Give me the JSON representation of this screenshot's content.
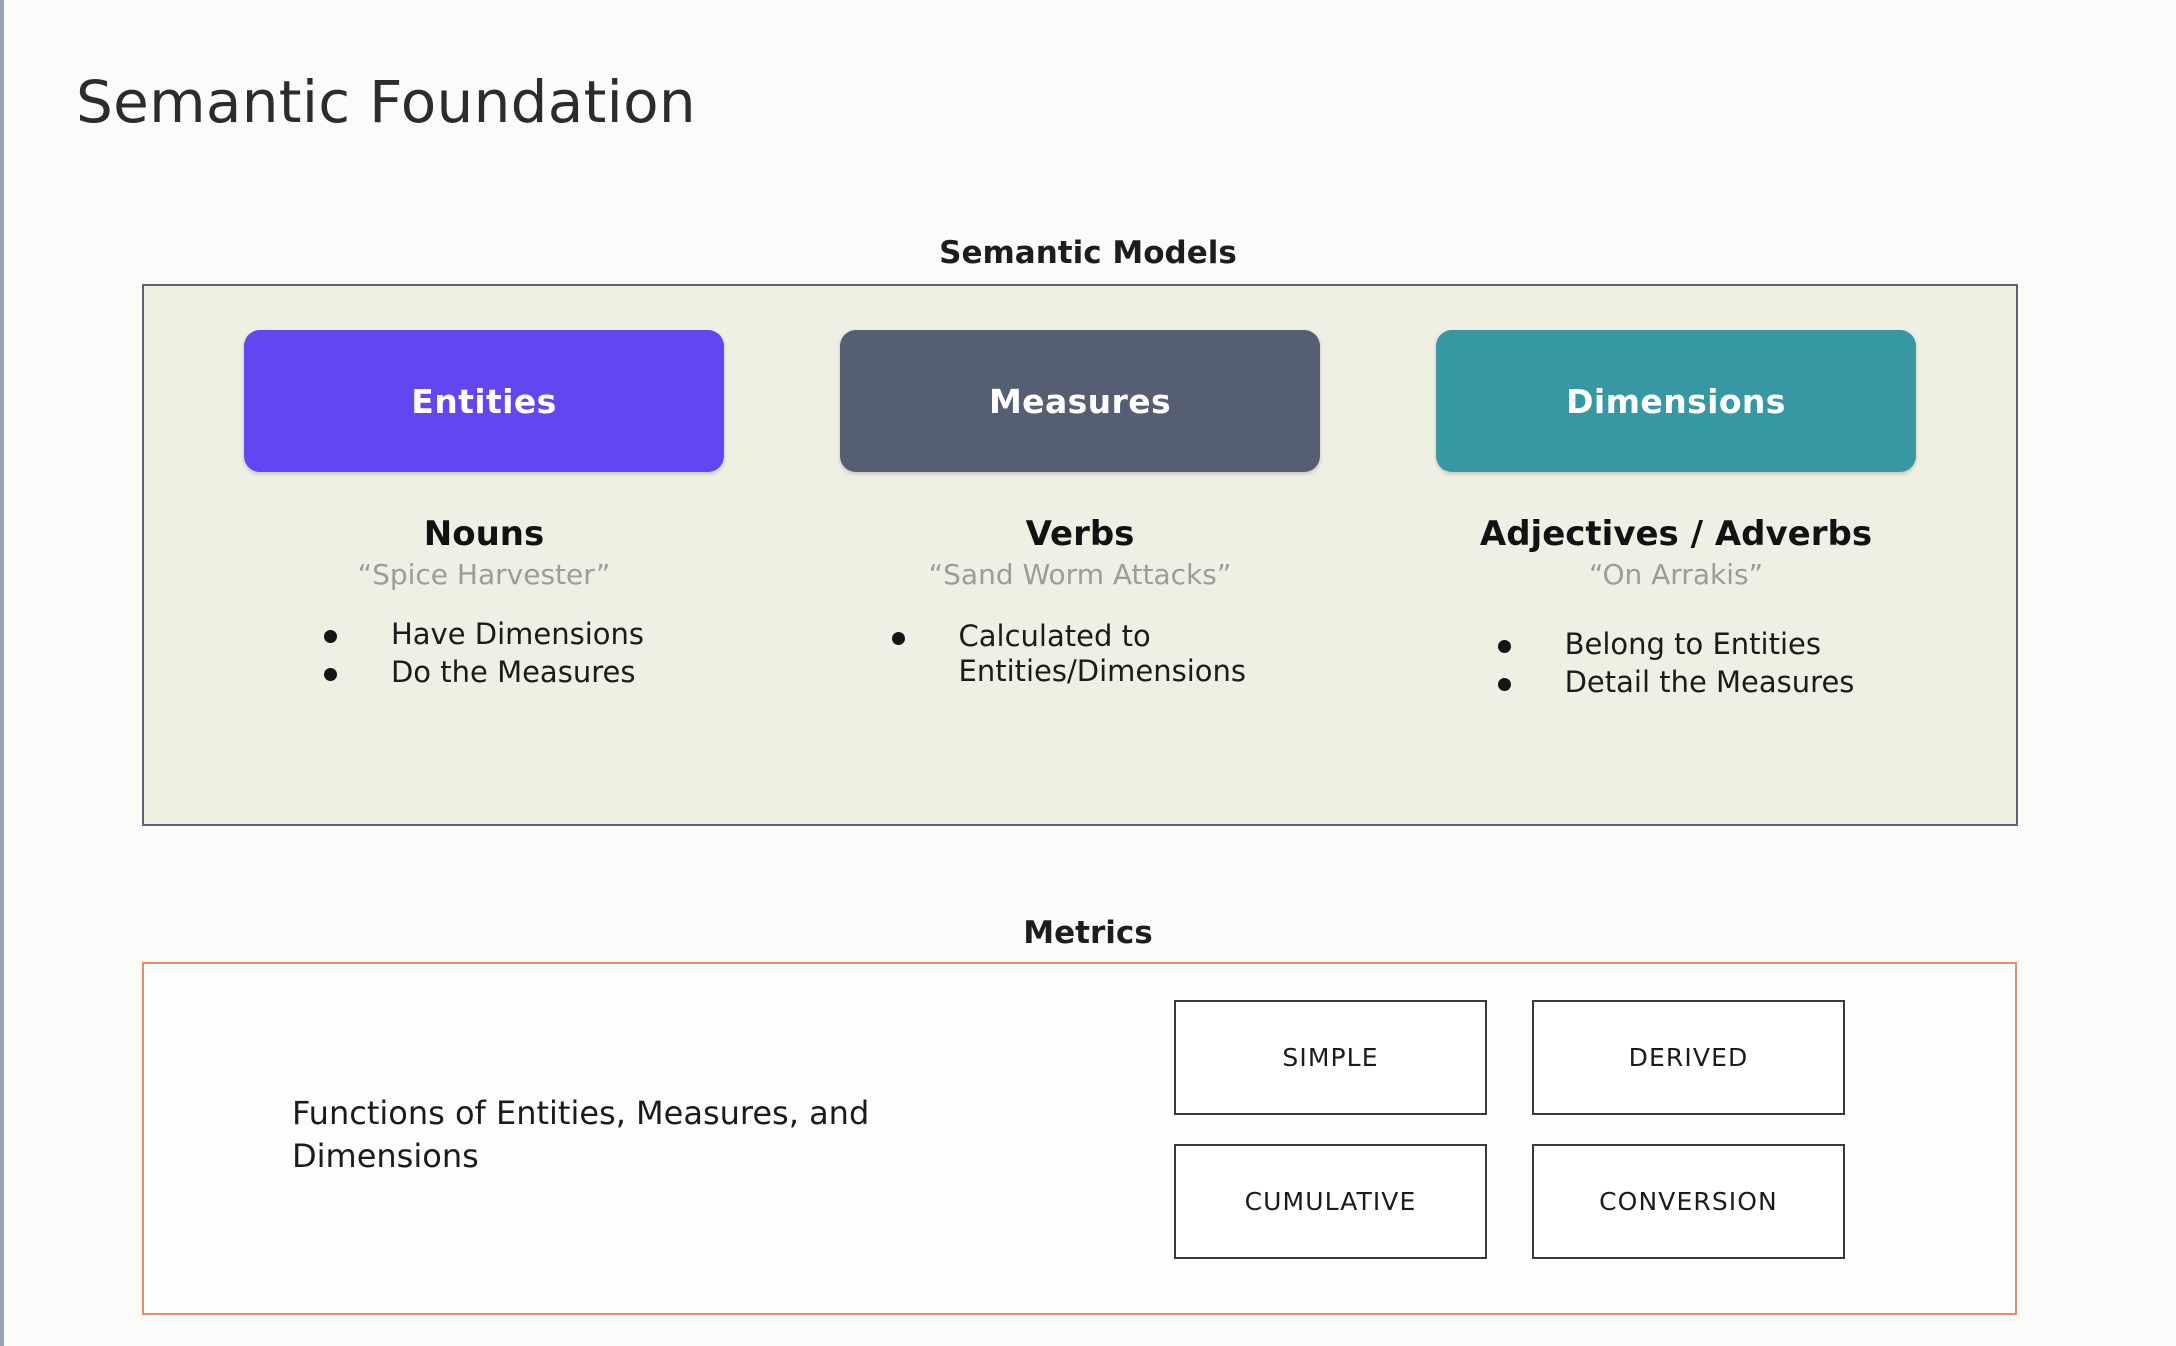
{
  "page": {
    "title": "Semantic Foundation",
    "background_color": "#fbfcfa"
  },
  "semantic_models": {
    "caption": "Semantic Models",
    "panel_background": "#efefe4",
    "panel_border_color": "#5b6377",
    "columns": [
      {
        "pill_label": "Entities",
        "pill_color": "#6246f0",
        "part_of_speech": "Nouns",
        "example": "“Spice Harvester”",
        "bullets": [
          "Have Dimensions",
          "Do the Measures"
        ]
      },
      {
        "pill_label": "Measures",
        "pill_color": "#555e72",
        "part_of_speech": "Verbs",
        "example": "“Sand Worm Attacks”",
        "bullets": [
          "Calculated to Entities/Dimensions"
        ]
      },
      {
        "pill_label": "Dimensions",
        "pill_color": "#3798a3",
        "part_of_speech": "Adjectives / Adverbs",
        "example": "“On Arrakis”",
        "bullets": [
          "Belong to Entities",
          "Detail the Measures"
        ]
      }
    ]
  },
  "metrics": {
    "caption": "Metrics",
    "panel_border_color": "#e08d6e",
    "description": "Functions of Entities, Measures, and Dimensions",
    "types": [
      "SIMPLE",
      "DERIVED",
      "CUMULATIVE",
      "CONVERSION"
    ]
  }
}
